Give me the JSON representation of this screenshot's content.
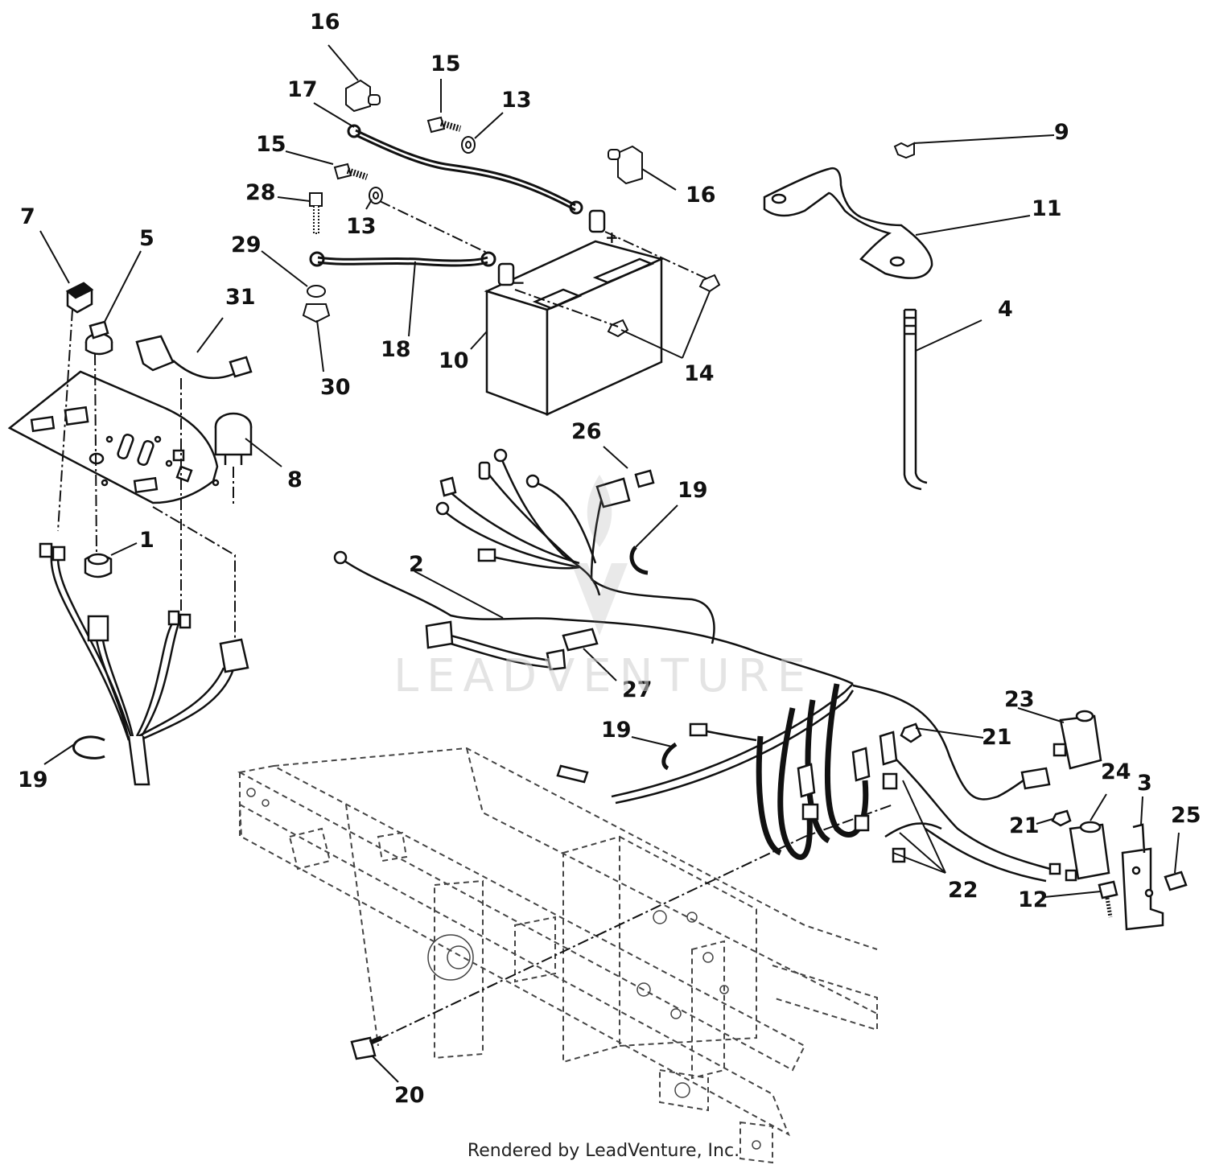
{
  "callouts": [
    {
      "id": "c1",
      "label": "1"
    },
    {
      "id": "c2",
      "label": "2"
    },
    {
      "id": "c3",
      "label": "3"
    },
    {
      "id": "c4",
      "label": "4"
    },
    {
      "id": "c5",
      "label": "5"
    },
    {
      "id": "c7",
      "label": "7"
    },
    {
      "id": "c8",
      "label": "8"
    },
    {
      "id": "c9",
      "label": "9"
    },
    {
      "id": "c10",
      "label": "10"
    },
    {
      "id": "c11",
      "label": "11"
    },
    {
      "id": "c12",
      "label": "12"
    },
    {
      "id": "c13a",
      "label": "13"
    },
    {
      "id": "c13b",
      "label": "13"
    },
    {
      "id": "c14",
      "label": "14"
    },
    {
      "id": "c15a",
      "label": "15"
    },
    {
      "id": "c15b",
      "label": "15"
    },
    {
      "id": "c16a",
      "label": "16"
    },
    {
      "id": "c16b",
      "label": "16"
    },
    {
      "id": "c17",
      "label": "17"
    },
    {
      "id": "c18",
      "label": "18"
    },
    {
      "id": "c19a",
      "label": "19"
    },
    {
      "id": "c19b",
      "label": "19"
    },
    {
      "id": "c19c",
      "label": "19"
    },
    {
      "id": "c20",
      "label": "20"
    },
    {
      "id": "c21a",
      "label": "21"
    },
    {
      "id": "c21b",
      "label": "21"
    },
    {
      "id": "c22",
      "label": "22"
    },
    {
      "id": "c23",
      "label": "23"
    },
    {
      "id": "c24",
      "label": "24"
    },
    {
      "id": "c25",
      "label": "25"
    },
    {
      "id": "c26",
      "label": "26"
    },
    {
      "id": "c27",
      "label": "27"
    },
    {
      "id": "c28",
      "label": "28"
    },
    {
      "id": "c29",
      "label": "29"
    },
    {
      "id": "c30",
      "label": "30"
    },
    {
      "id": "c31",
      "label": "31"
    }
  ],
  "battery_marks": {
    "positive": "+",
    "negative": "−"
  },
  "watermark": "LEADVENTURE",
  "footer": "Rendered by LeadVenture, Inc.",
  "colors": {
    "line": "#111111",
    "frame": "#444444",
    "watermark": "#cfcfcf"
  }
}
